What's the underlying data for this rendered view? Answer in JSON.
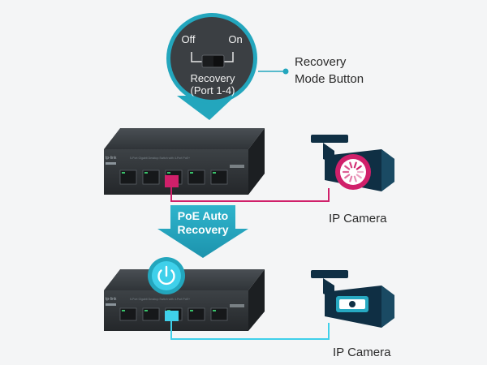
{
  "callout": {
    "off_label": "Off",
    "on_label": "On",
    "caption_line1": "Recovery",
    "caption_line2": "(Port 1-4)"
  },
  "recovery_button_label": {
    "line1": "Recovery",
    "line2": "Mode Button"
  },
  "switch_top": {
    "brand": "tp-link",
    "model": "5-Port Gigabit Desktop Switch with 4-Port PoE+",
    "ports": 5,
    "faulty_port": 3
  },
  "switch_bottom": {
    "brand": "tp-link",
    "model": "5-Port Gigabit Desktop Switch with 4-Port PoE+",
    "ports": 5,
    "recovered_port": 3
  },
  "arrow": {
    "line1": "PoE Auto",
    "line2": "Recovery"
  },
  "camera_top": {
    "label": "IP Camera",
    "state": "loading"
  },
  "camera_bottom": {
    "label": "IP Camera",
    "state": "normal"
  },
  "colors": {
    "teal": "#23a6bd",
    "magenta": "#d0206a",
    "cyan_port": "#3fd0ea",
    "device_dark": "#2e3236",
    "camera_navy": "#0f2f44"
  }
}
